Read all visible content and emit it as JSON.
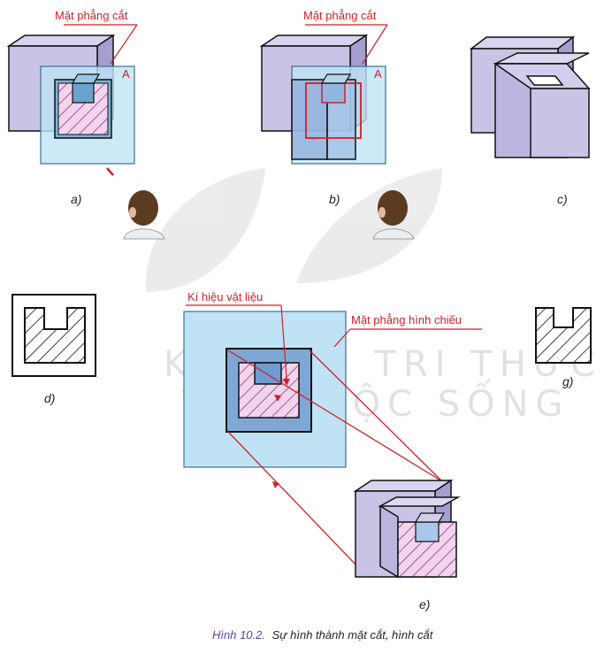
{
  "labels": {
    "cut_plane_a": "Mặt phẳng cắt",
    "cut_plane_b": "Mặt phẳng cắt",
    "plane_letter_a": "A",
    "plane_letter_b": "A",
    "material_symbol": "Kí hiệu vật liệu",
    "projection_plane": "Mặt phẳng hình chiếu"
  },
  "sub_captions": {
    "a": "a)",
    "b": "b)",
    "c": "c)",
    "d": "d)",
    "e": "e)",
    "g": "g)"
  },
  "watermark": {
    "line1": "KẾT NỐI TRI THỨC",
    "line2": "VỚI CUỘC SỐNG"
  },
  "caption": {
    "number": "Hình 10.2.",
    "text": "Sự hình thành mặt cắt, hình cắt"
  },
  "colors": {
    "accent_red": "#d21f26",
    "plane_fill": "#bfe3f5",
    "solid_face": "#c9c3e6",
    "solid_side": "#a59ecf",
    "hatch": "#c04b9a",
    "caption_blue": "#5b3ea8"
  }
}
